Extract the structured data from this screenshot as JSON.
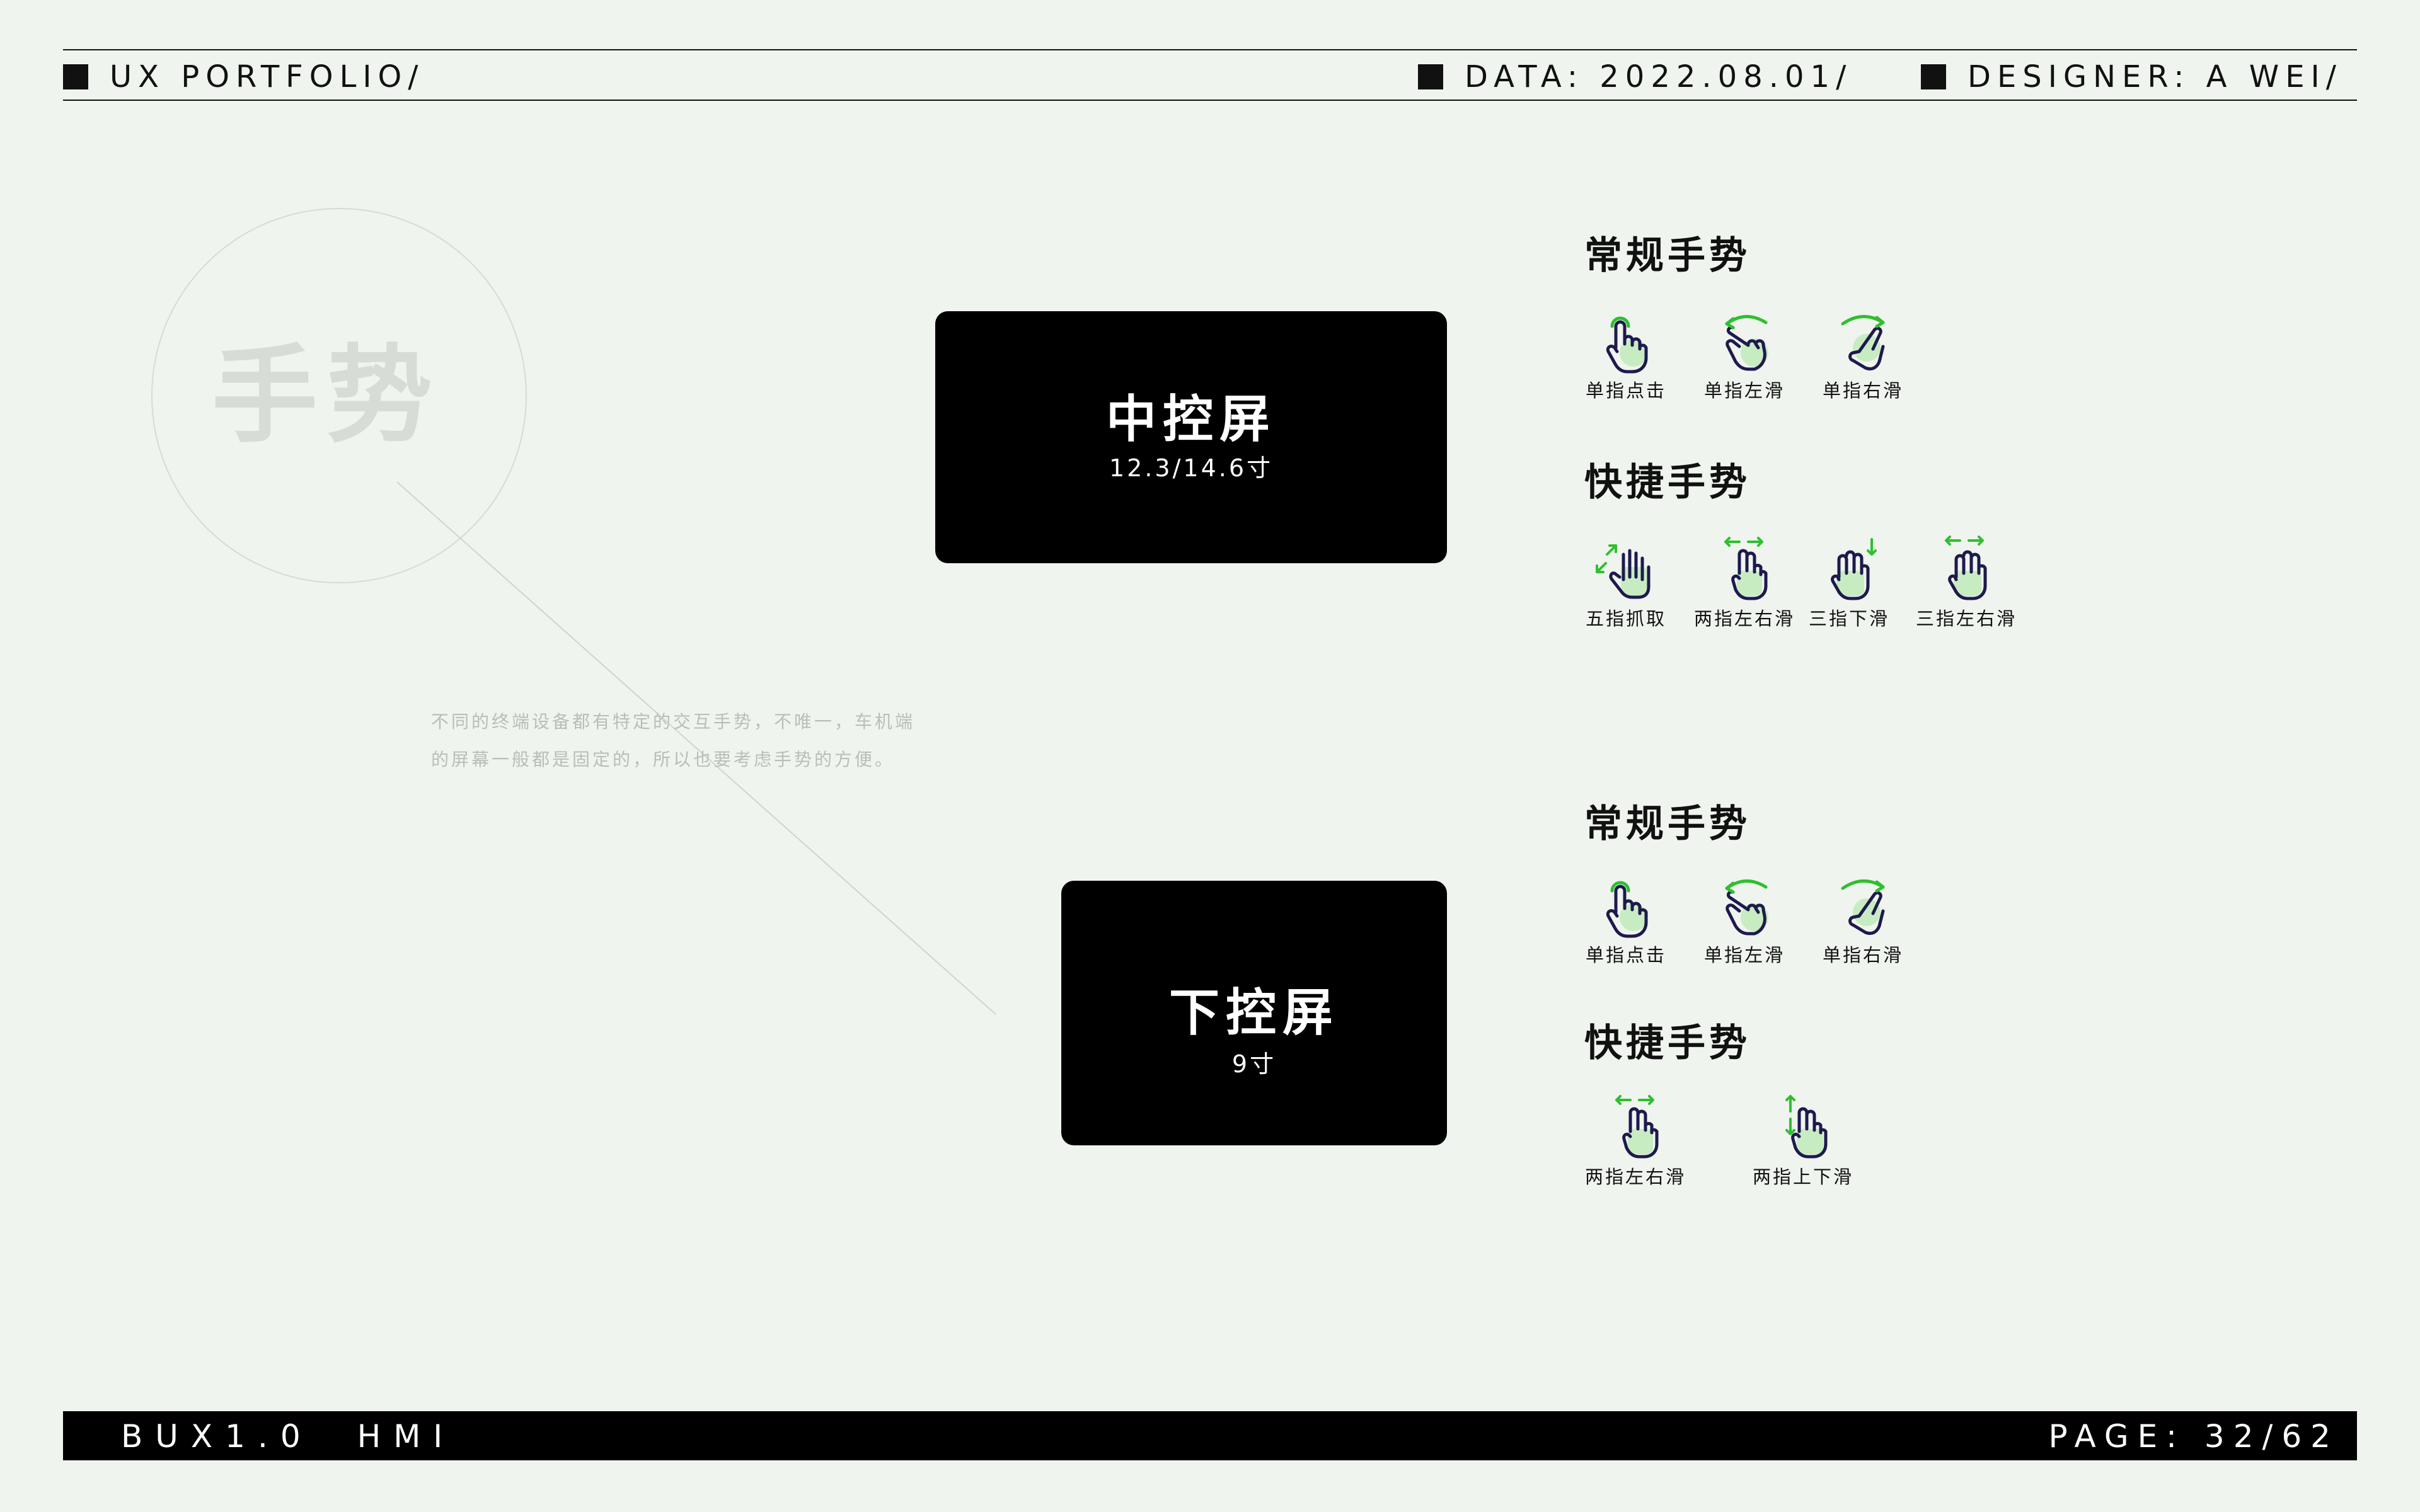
{
  "header": {
    "portfolio": "UX PORTFOLIO/",
    "date": "DATA: 2022.08.01/",
    "designer": "DESIGNER: A WEI/"
  },
  "deco": {
    "title": "手势",
    "description": "不同的终端设备都有特定的交互手势，不唯一，车机端的屏幕一般都是固定的，所以也要考虑手势的方便。"
  },
  "screens": [
    {
      "title": "中控屏",
      "size": "12.3/14.6寸",
      "groups": [
        {
          "title": "常规手势",
          "gestures": [
            {
              "label": "单指点击",
              "icon": "single-finger-tap-icon"
            },
            {
              "label": "单指左滑",
              "icon": "single-finger-swipe-left-icon"
            },
            {
              "label": "单指右滑",
              "icon": "single-finger-swipe-right-icon"
            }
          ]
        },
        {
          "title": "快捷手势",
          "gestures": [
            {
              "label": "五指抓取",
              "icon": "five-finger-grab-icon"
            },
            {
              "label": "两指左右滑",
              "icon": "two-finger-swipe-horizontal-icon"
            },
            {
              "label": "三指下滑",
              "icon": "three-finger-swipe-down-icon"
            },
            {
              "label": "三指左右滑",
              "icon": "three-finger-swipe-horizontal-icon"
            }
          ]
        }
      ]
    },
    {
      "title": "下控屏",
      "size": "9寸",
      "groups": [
        {
          "title": "常规手势",
          "gestures": [
            {
              "label": "单指点击",
              "icon": "single-finger-tap-icon"
            },
            {
              "label": "单指左滑",
              "icon": "single-finger-swipe-left-icon"
            },
            {
              "label": "单指右滑",
              "icon": "single-finger-swipe-right-icon"
            }
          ]
        },
        {
          "title": "快捷手势",
          "gestures": [
            {
              "label": "两指左右滑",
              "icon": "two-finger-swipe-horizontal-icon"
            },
            {
              "label": "两指上下滑",
              "icon": "two-finger-swipe-vertical-icon"
            }
          ]
        }
      ]
    }
  ],
  "footer": {
    "project": "BUX1.0　HMI",
    "page": "PAGE: 32/62"
  },
  "colors": {
    "background": "#eff4ee",
    "accent_green": "#2fbf2f",
    "icon_fill": "#c8ecc1",
    "icon_stroke": "#1d1a4d"
  }
}
